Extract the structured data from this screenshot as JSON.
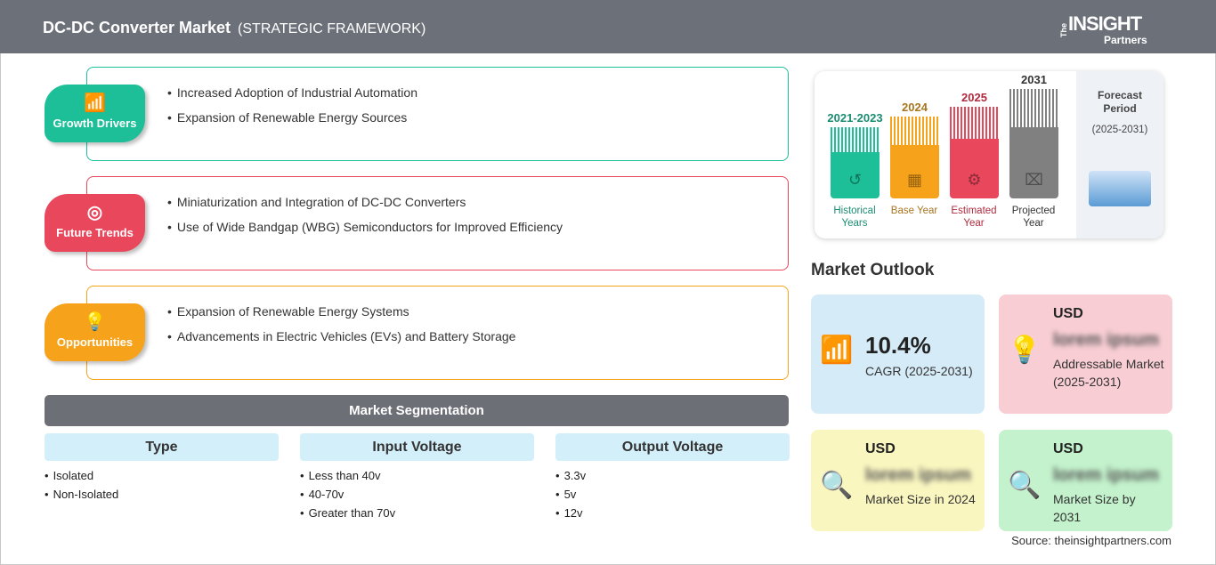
{
  "header": {
    "title": "DC-DC Converter Market",
    "subtitle": "(STRATEGIC FRAMEWORK)",
    "logo": {
      "the": "The",
      "insight": "INSIGHT",
      "partners": "Partners"
    }
  },
  "framework": [
    {
      "label": "Growth Drivers",
      "icon": "growth-chart-icon",
      "color": "#1dbf98",
      "items": [
        "Increased Adoption of Industrial Automation",
        "Expansion of Renewable Energy Sources"
      ]
    },
    {
      "label": "Future Trends",
      "icon": "target-icon",
      "color": "#e8475c",
      "items": [
        "Miniaturization and Integration of DC-DC Converters",
        "Use of Wide Bandgap (WBG) Semiconductors for Improved Efficiency"
      ]
    },
    {
      "label": "Opportunities",
      "icon": "lightbulb-hand-icon",
      "color": "#f7a21b",
      "items": [
        "Expansion of Renewable Energy Systems",
        "Advancements in Electric Vehicles (EVs) and Battery Storage"
      ]
    }
  ],
  "segmentation": {
    "title": "Market Segmentation",
    "columns": [
      {
        "header": "Type",
        "items": [
          "Isolated",
          "Non-Isolated"
        ]
      },
      {
        "header": "Input Voltage",
        "items": [
          "Less than 40v",
          "40-70v",
          "Greater than 70v"
        ]
      },
      {
        "header": "Output Voltage",
        "items": [
          "3.3v",
          "5v",
          "12v"
        ]
      }
    ]
  },
  "timeline": {
    "periods": [
      {
        "year": "2021-2023",
        "caption": "Historical Years",
        "color": "#1dbf98",
        "text_color": "#1a8c72",
        "icon": "history-icon"
      },
      {
        "year": "2024",
        "caption": "Base Year",
        "color": "#f7a21b",
        "text_color": "#a8741e",
        "icon": "calendar-icon"
      },
      {
        "year": "2025",
        "caption": "Estimated Year",
        "color": "#e8475c",
        "text_color": "#b02a3e",
        "icon": "estimate-icon"
      },
      {
        "year": "2031",
        "caption": "Projected Year",
        "color": "#808080",
        "text_color": "#333333",
        "icon": "presentation-icon"
      }
    ],
    "forecast": {
      "title": "Forecast Period",
      "range": "(2025-2031)"
    }
  },
  "outlook": {
    "title": "Market Outlook",
    "cards": [
      {
        "value": "10.4%",
        "desc": "CAGR (2025-2031)",
        "bg": "#d5ebf8",
        "icon": "growth-chart-icon"
      },
      {
        "usd": "USD",
        "blurred": "lorem ipsum",
        "desc": "Addressable Market (2025-2031)",
        "bg": "#f8ced4",
        "icon": "dollar-bulb-icon"
      },
      {
        "usd": "USD",
        "blurred": "lorem ipsum",
        "desc": "Market Size in 2024",
        "bg": "#faf6c0",
        "icon": "magnifier-dollar-icon"
      },
      {
        "usd": "USD",
        "blurred": "lorem ipsum",
        "desc": "Market Size by 2031",
        "bg": "#c3f2cc",
        "icon": "magnifier-dollar-icon"
      }
    ]
  },
  "source": "Source: theinsightpartners.com"
}
